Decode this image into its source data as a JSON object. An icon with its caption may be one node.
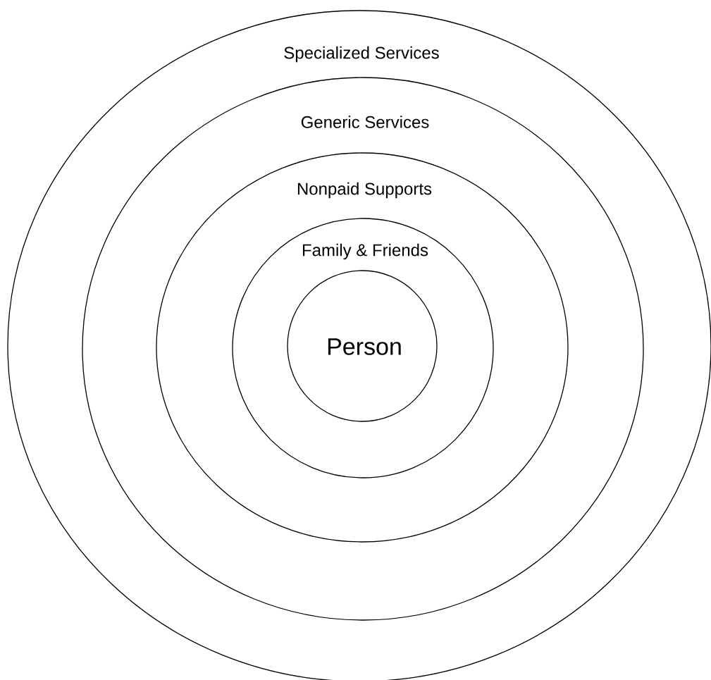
{
  "diagram": {
    "nodes": [
      {
        "text": [
          "Specialized Services"
        ]
      },
      {
        "text": [
          "Generic Services"
        ],
        "in": 0
      },
      {
        "text": [
          "Nonpaid Supports"
        ],
        "in": 1
      },
      {
        "text": [
          "Family & Friends"
        ],
        "in": 2
      },
      {
        "text": [
          "Person"
        ],
        "in": 3
      }
    ]
  }
}
